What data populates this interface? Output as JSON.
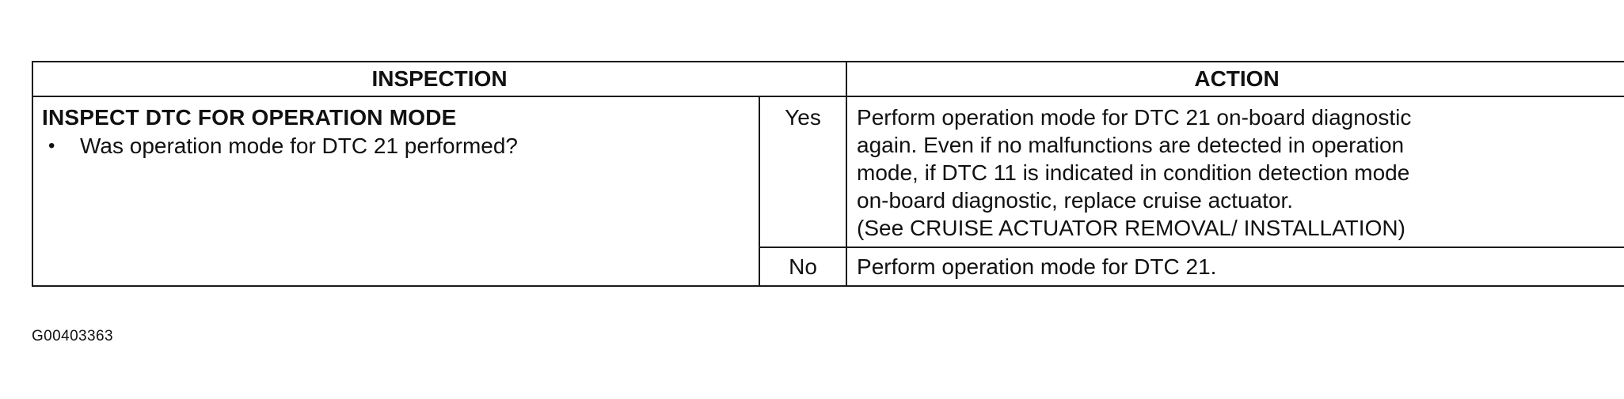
{
  "table": {
    "header_inspection": "INSPECTION",
    "header_action": "ACTION",
    "inspection_title": "INSPECT DTC FOR OPERATION MODE",
    "inspection_bullet": "Was operation mode for DTC 21 performed?",
    "bullet_symbol": "•",
    "rows": [
      {
        "answer": "Yes",
        "action_lines": [
          "Perform operation mode for DTC 21 on-board diagnostic",
          "again. Even if no malfunctions are detected in operation",
          "mode, if DTC 11 is indicated in condition detection mode",
          "on-board diagnostic, replace cruise actuator.",
          "(See CRUISE ACTUATOR REMOVAL/ INSTALLATION)"
        ]
      },
      {
        "answer": "No",
        "action_lines": [
          "Perform operation mode for DTC 21."
        ]
      }
    ]
  },
  "image_code": "G00403363"
}
